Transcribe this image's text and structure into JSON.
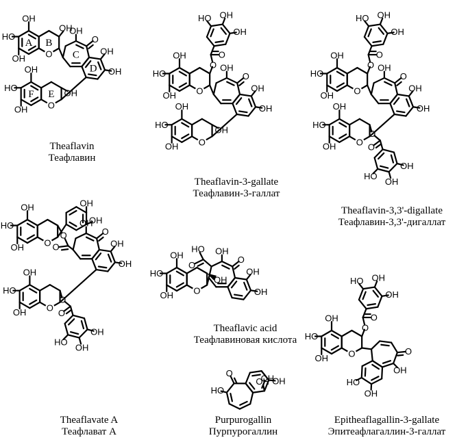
{
  "groups": {
    "hydroxyl": "OH",
    "hydroxyl_left": "HO",
    "oxygen": "O"
  },
  "ring_labels": [
    "A",
    "B",
    "C",
    "D",
    "E",
    "F"
  ],
  "compounds": [
    {
      "name_en": "Theaflavin",
      "name_ru": "Теафлавин"
    },
    {
      "name_en": "Theaflavin-3-gallate",
      "name_ru": "Теафлавин-3-галлат"
    },
    {
      "name_en": "Theaflavin-3,3'-digallate",
      "name_ru": "Теафлавин-3,3'-дигаллат"
    },
    {
      "name_en": "Theaflavate A",
      "name_ru": "Теафлават A"
    },
    {
      "name_en": "Theaflavic acid",
      "name_ru": "Теафлавиновая кислота"
    },
    {
      "name_en": "Purpurogallin",
      "name_ru": "Пурпурогаллин"
    },
    {
      "name_en": "Epitheaflagallin-3-gallate",
      "name_ru": "Эпитеафлагаллин-3-галлат"
    }
  ]
}
